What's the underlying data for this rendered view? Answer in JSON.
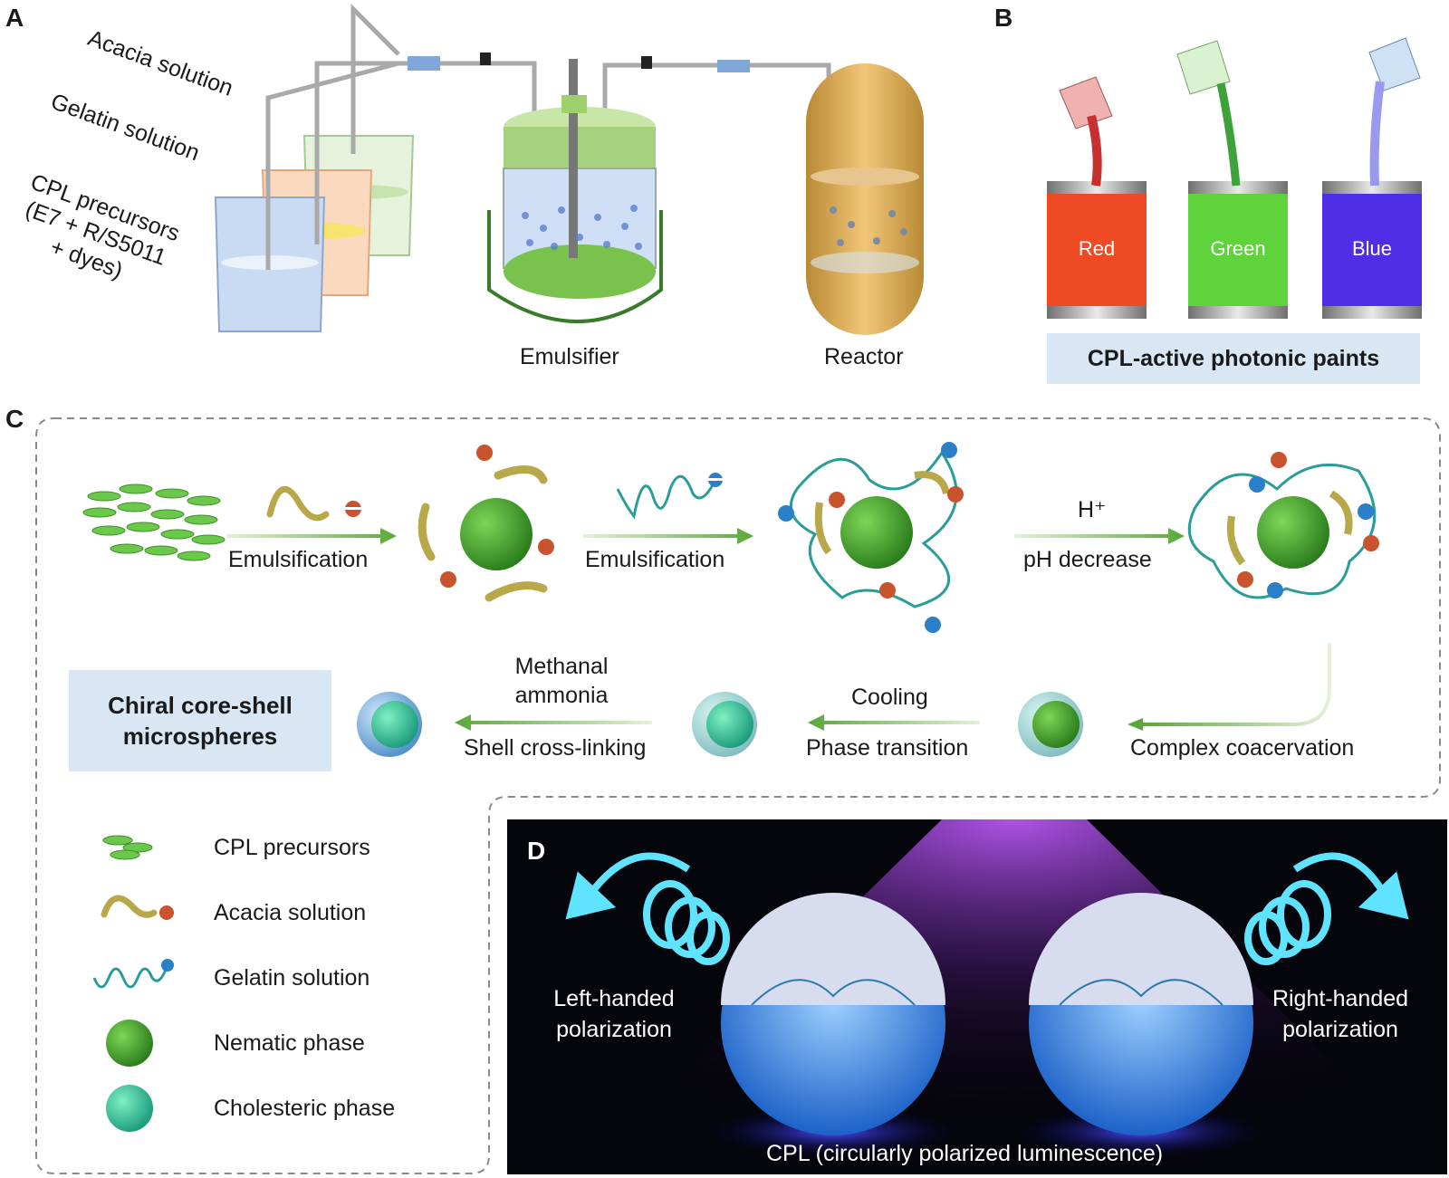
{
  "panels": {
    "a": {
      "letter": "A",
      "acacia": "Acacia solution",
      "gelatin": "Gelatin solution",
      "cpl_line1": "CPL precursors",
      "cpl_line2": "(E7 + R/S5011",
      "cpl_line3": "+ dyes)",
      "emulsifier": "Emulsifier",
      "reactor": "Reactor"
    },
    "b": {
      "letter": "B",
      "cans": [
        "Red",
        "Green",
        "Blue"
      ],
      "caption": "CPL-active photonic paints",
      "can_colors": [
        "#f04a25",
        "#5fd33a",
        "#4f2ee8"
      ]
    },
    "c": {
      "letter": "C",
      "step1": "Emulsification",
      "step2": "Emulsification",
      "step3_top": "H⁺",
      "step3_bottom": "pH decrease",
      "step4": "Complex coacervation",
      "step5_top": "Cooling",
      "step5_bottom": "Phase transition",
      "step6_top_line1": "Methanal",
      "step6_top_line2": "ammonia",
      "step6_bottom": "Shell cross-linking",
      "result_line1": "Chiral core-shell",
      "result_line2": "microspheres",
      "legend": [
        "CPL precursors",
        "Acacia solution",
        "Gelatin solution",
        "Nematic phase",
        "Cholesteric phase"
      ]
    },
    "d": {
      "letter": "D",
      "left_line1": "Left-handed",
      "left_line2": "polarization",
      "right_line1": "Right-handed",
      "right_line2": "polarization",
      "caption": "CPL (circularly polarized luminescence)"
    }
  },
  "colors": {
    "green": "#3f9a2c",
    "teal": "#2a9d9a",
    "olive": "#b8a84a",
    "blue_box": "#d9e7f5"
  }
}
